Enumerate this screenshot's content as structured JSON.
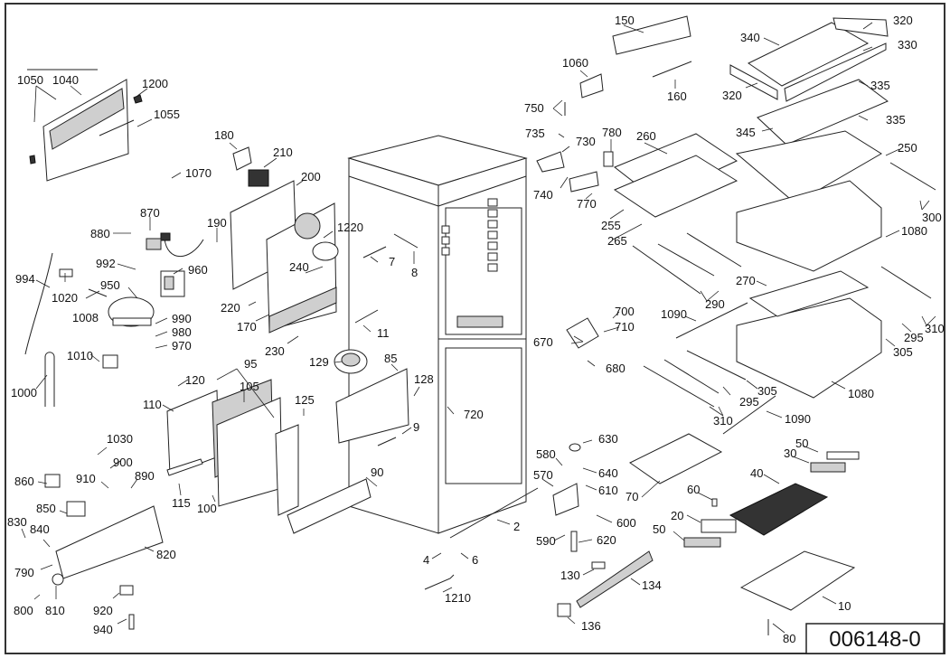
{
  "diagram": {
    "type": "exploded-parts-view",
    "subject": "refrigerator",
    "drawing_code": "006148-0",
    "labels": [
      {
        "id": "1050",
        "text": "1050"
      },
      {
        "id": "1040",
        "text": "1040"
      },
      {
        "id": "1200",
        "text": "1200"
      },
      {
        "id": "1055",
        "text": "1055"
      },
      {
        "id": "180",
        "text": "180"
      },
      {
        "id": "210",
        "text": "210"
      },
      {
        "id": "200",
        "text": "200"
      },
      {
        "id": "1070",
        "text": "1070"
      },
      {
        "id": "870",
        "text": "870"
      },
      {
        "id": "880",
        "text": "880"
      },
      {
        "id": "190",
        "text": "190"
      },
      {
        "id": "1220",
        "text": "1220"
      },
      {
        "id": "240",
        "text": "240"
      },
      {
        "id": "992",
        "text": "992"
      },
      {
        "id": "960",
        "text": "960"
      },
      {
        "id": "994",
        "text": "994"
      },
      {
        "id": "1020",
        "text": "1020"
      },
      {
        "id": "950",
        "text": "950"
      },
      {
        "id": "1008",
        "text": "1008"
      },
      {
        "id": "220",
        "text": "220"
      },
      {
        "id": "170",
        "text": "170"
      },
      {
        "id": "990",
        "text": "990"
      },
      {
        "id": "980",
        "text": "980"
      },
      {
        "id": "970",
        "text": "970"
      },
      {
        "id": "230",
        "text": "230"
      },
      {
        "id": "1010",
        "text": "1010"
      },
      {
        "id": "1000",
        "text": "1000"
      },
      {
        "id": "120",
        "text": "120"
      },
      {
        "id": "110",
        "text": "110"
      },
      {
        "id": "95",
        "text": "95"
      },
      {
        "id": "105",
        "text": "105"
      },
      {
        "id": "115",
        "text": "115"
      },
      {
        "id": "100",
        "text": "100"
      },
      {
        "id": "1030",
        "text": "1030"
      },
      {
        "id": "900",
        "text": "900"
      },
      {
        "id": "910",
        "text": "910"
      },
      {
        "id": "890",
        "text": "890"
      },
      {
        "id": "860",
        "text": "860"
      },
      {
        "id": "850",
        "text": "850"
      },
      {
        "id": "830",
        "text": "830"
      },
      {
        "id": "840",
        "text": "840"
      },
      {
        "id": "820",
        "text": "820"
      },
      {
        "id": "790",
        "text": "790"
      },
      {
        "id": "800",
        "text": "800"
      },
      {
        "id": "810",
        "text": "810"
      },
      {
        "id": "920",
        "text": "920"
      },
      {
        "id": "940",
        "text": "940"
      },
      {
        "id": "7",
        "text": "7"
      },
      {
        "id": "8",
        "text": "8"
      },
      {
        "id": "11",
        "text": "11"
      },
      {
        "id": "129",
        "text": "129"
      },
      {
        "id": "85",
        "text": "85"
      },
      {
        "id": "128",
        "text": "128"
      },
      {
        "id": "125",
        "text": "125"
      },
      {
        "id": "9",
        "text": "9"
      },
      {
        "id": "90",
        "text": "90"
      },
      {
        "id": "720",
        "text": "720"
      },
      {
        "id": "2",
        "text": "2"
      },
      {
        "id": "4",
        "text": "4"
      },
      {
        "id": "6",
        "text": "6"
      },
      {
        "id": "1210",
        "text": "1210"
      },
      {
        "id": "150",
        "text": "150"
      },
      {
        "id": "1060",
        "text": "1060"
      },
      {
        "id": "160",
        "text": "160"
      },
      {
        "id": "750",
        "text": "750"
      },
      {
        "id": "735",
        "text": "735"
      },
      {
        "id": "730",
        "text": "730"
      },
      {
        "id": "780",
        "text": "780"
      },
      {
        "id": "740",
        "text": "740"
      },
      {
        "id": "770",
        "text": "770"
      },
      {
        "id": "260",
        "text": "260"
      },
      {
        "id": "255",
        "text": "255"
      },
      {
        "id": "265",
        "text": "265"
      },
      {
        "id": "320a",
        "text": "320"
      },
      {
        "id": "340",
        "text": "340"
      },
      {
        "id": "330",
        "text": "330"
      },
      {
        "id": "320b",
        "text": "320"
      },
      {
        "id": "335a",
        "text": "335"
      },
      {
        "id": "345",
        "text": "345"
      },
      {
        "id": "335b",
        "text": "335"
      },
      {
        "id": "250",
        "text": "250"
      },
      {
        "id": "300",
        "text": "300"
      },
      {
        "id": "1080a",
        "text": "1080"
      },
      {
        "id": "290",
        "text": "290"
      },
      {
        "id": "270",
        "text": "270"
      },
      {
        "id": "1090a",
        "text": "1090"
      },
      {
        "id": "310a",
        "text": "310"
      },
      {
        "id": "295a",
        "text": "295"
      },
      {
        "id": "305a",
        "text": "305"
      },
      {
        "id": "700",
        "text": "700"
      },
      {
        "id": "710",
        "text": "710"
      },
      {
        "id": "670",
        "text": "670"
      },
      {
        "id": "680",
        "text": "680"
      },
      {
        "id": "295b",
        "text": "295"
      },
      {
        "id": "305b",
        "text": "305"
      },
      {
        "id": "1080b",
        "text": "1080"
      },
      {
        "id": "310b",
        "text": "310"
      },
      {
        "id": "1090b",
        "text": "1090"
      },
      {
        "id": "630",
        "text": "630"
      },
      {
        "id": "580",
        "text": "580"
      },
      {
        "id": "640",
        "text": "640"
      },
      {
        "id": "570",
        "text": "570"
      },
      {
        "id": "610",
        "text": "610"
      },
      {
        "id": "600",
        "text": "600"
      },
      {
        "id": "590",
        "text": "590"
      },
      {
        "id": "620",
        "text": "620"
      },
      {
        "id": "130",
        "text": "130"
      },
      {
        "id": "134",
        "text": "134"
      },
      {
        "id": "136",
        "text": "136"
      },
      {
        "id": "70",
        "text": "70"
      },
      {
        "id": "50a",
        "text": "50"
      },
      {
        "id": "30",
        "text": "30"
      },
      {
        "id": "40",
        "text": "40"
      },
      {
        "id": "60",
        "text": "60"
      },
      {
        "id": "20",
        "text": "20"
      },
      {
        "id": "50b",
        "text": "50"
      },
      {
        "id": "10",
        "text": "10"
      },
      {
        "id": "80",
        "text": "80"
      }
    ]
  }
}
